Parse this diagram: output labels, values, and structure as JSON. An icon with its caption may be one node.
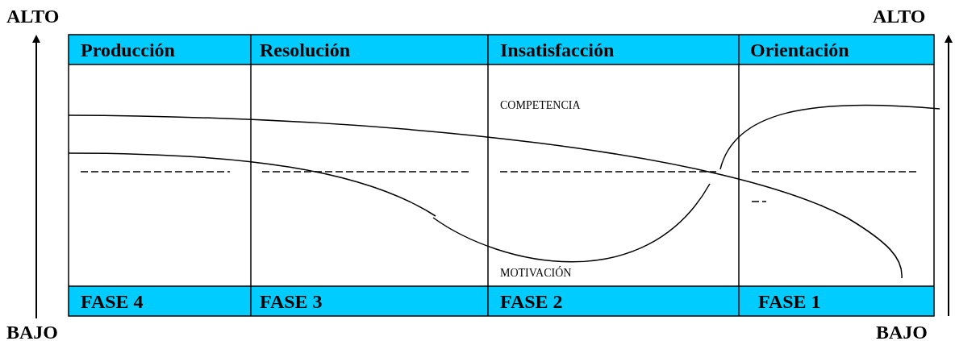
{
  "diagram": {
    "labels": [
      "ALTO",
      "ALTO",
      "Producción",
      "Resolución",
      "Insatisfacción",
      "Orientación",
      "COMPETENCIA",
      "MOTIVACIÓN",
      "FASE 4",
      "FASE 3",
      "FASE 2",
      "FASE 1",
      "BAJO",
      "BAJO"
    ]
  }
}
